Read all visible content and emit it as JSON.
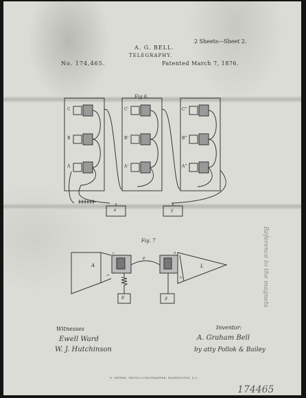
{
  "header": {
    "sheets": "2 Sheets—Sheet 2.",
    "inventor_name": "A. G. BELL.",
    "title": "TELEGRAPHY.",
    "patent_no": "No. 174,465.",
    "patent_date": "Patented March 7, 1876."
  },
  "figures": {
    "fig6_label": "Fig 6.",
    "fig7_label": "Fig. 7",
    "fig6_magnet_labels": [
      "C",
      "B",
      "A",
      "C'",
      "B'",
      "A'",
      "C\"",
      "B\"",
      "A\""
    ],
    "fig6_box_labels": [
      "e",
      "y"
    ],
    "fig7_labels": {
      "horn_left": "A",
      "horn_right": "L",
      "wire": "e",
      "box_left": "E",
      "box_right": "g",
      "small_a": "a",
      "small_c": "c",
      "small_d": "d",
      "small_h": "h"
    }
  },
  "signatures": {
    "witnesses_label": "Witnesses",
    "witness_1": "Ewell Ward",
    "witness_2": "W. J. Hutchinson",
    "inventor_label": "Inventor:",
    "inventor_signature": "A. Graham Bell",
    "attorney_signature": "by atty Pollok & Bailey"
  },
  "footer": {
    "lithographer": "N. PETERS, PHOTO-LITHOGRAPHER, WASHINGTON, D.C.",
    "handwritten_number": "174465"
  },
  "margin_note": "Reference to the magnets"
}
